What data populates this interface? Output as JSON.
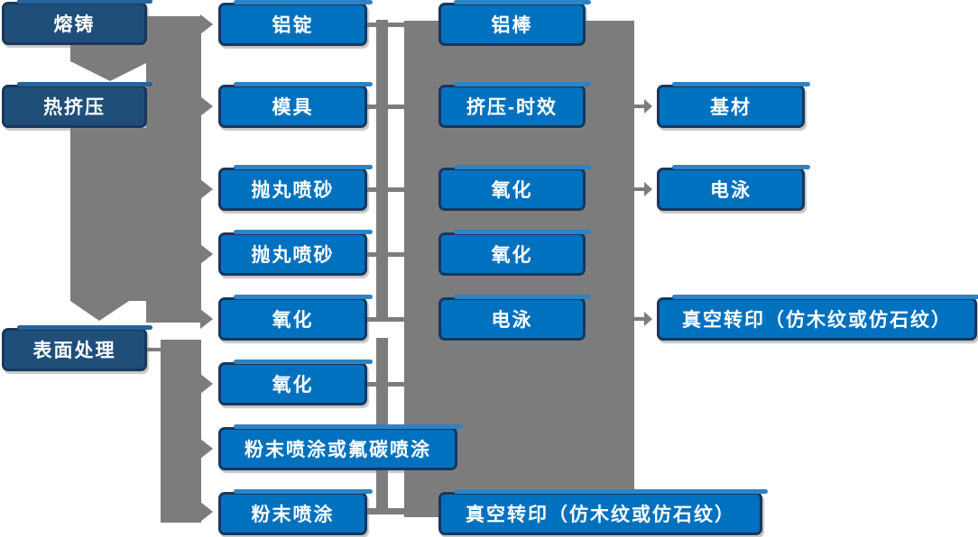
{
  "colors": {
    "box_blue": "#0071BE",
    "box_dark_blue": "#1F4E79",
    "box_border": "#17375E",
    "connector_gray": "#7C7C7C",
    "label_text": "#FFFFFF",
    "background": "#FFFFFF",
    "box_top_highlight": "#2D83C6"
  },
  "diagram": {
    "type": "flowchart",
    "nodes": [
      {
        "id": "rongzhu",
        "label": "熔铸",
        "variant": "dark",
        "col": 1,
        "row": 1
      },
      {
        "id": "rejiya",
        "label": "热挤压",
        "variant": "dark",
        "col": 1,
        "row": 2
      },
      {
        "id": "biaomianchuli",
        "label": "表面处理",
        "variant": "dark",
        "col": 1,
        "row": 6
      },
      {
        "id": "lvding",
        "label": "铝锭",
        "variant": "bright",
        "col": 2,
        "row": 1
      },
      {
        "id": "muju",
        "label": "模具",
        "variant": "bright",
        "col": 2,
        "row": 2
      },
      {
        "id": "paowan1",
        "label": "抛丸喷砂",
        "variant": "bright",
        "col": 2,
        "row": 3
      },
      {
        "id": "paowan2",
        "label": "抛丸喷砂",
        "variant": "bright",
        "col": 2,
        "row": 4
      },
      {
        "id": "yanghua-c2a",
        "label": "氧化",
        "variant": "bright",
        "col": 2,
        "row": 5
      },
      {
        "id": "yanghua-c2b",
        "label": "氧化",
        "variant": "bright",
        "col": 2,
        "row": 6
      },
      {
        "id": "fentan",
        "label": "粉末喷涂或氟碳喷涂",
        "variant": "bright",
        "col": 2,
        "row": 7,
        "wide": true
      },
      {
        "id": "fenmo",
        "label": "粉末喷涂",
        "variant": "bright",
        "col": 2,
        "row": 8
      },
      {
        "id": "lvbang",
        "label": "铝棒",
        "variant": "bright",
        "col": 3,
        "row": 1
      },
      {
        "id": "jiya-shixiao",
        "label": "挤压-时效",
        "variant": "bright",
        "col": 3,
        "row": 2
      },
      {
        "id": "yanghua-c3a",
        "label": "氧化",
        "variant": "bright",
        "col": 3,
        "row": 3
      },
      {
        "id": "yanghua-c3b",
        "label": "氧化",
        "variant": "bright",
        "col": 3,
        "row": 4
      },
      {
        "id": "dianyong-c3",
        "label": "电泳",
        "variant": "bright",
        "col": 3,
        "row": 5
      },
      {
        "id": "zhenkong-c3",
        "label": "真空转印（仿木纹或仿石纹）",
        "variant": "bright",
        "col": 3,
        "row": 8,
        "wide": true
      },
      {
        "id": "jicai",
        "label": "基材",
        "variant": "bright",
        "col": 4,
        "row": 2
      },
      {
        "id": "dianyong-c4",
        "label": "电泳",
        "variant": "bright",
        "col": 4,
        "row": 3
      },
      {
        "id": "zhenkong-c4",
        "label": "真空转印（仿木纹或仿石纹）",
        "variant": "bright",
        "col": 4,
        "row": 5,
        "wide": true
      }
    ],
    "edges": [
      {
        "from": "rongzhu",
        "to": "rejiya",
        "type": "thick-arrow-down"
      },
      {
        "from": "rejiya",
        "to": "biaomianchuli",
        "type": "thick-arrow-down"
      },
      {
        "from": "rongzhu",
        "to": "lvding",
        "type": "thick-arrow-right"
      },
      {
        "from": "rejiya",
        "to": "muju",
        "type": "thick-arrow-right"
      },
      {
        "from": "rejiya",
        "to": "paowan1",
        "type": "thick-arrow-right"
      },
      {
        "from": "rejiya",
        "to": "paowan2",
        "type": "thick-arrow-right"
      },
      {
        "from": "rejiya",
        "to": "yanghua-c2a",
        "type": "thick-arrow-right"
      },
      {
        "from": "biaomianchuli",
        "to": "yanghua-c2b",
        "type": "thick-arrow-right"
      },
      {
        "from": "biaomianchuli",
        "to": "fentan",
        "type": "thick-arrow-right"
      },
      {
        "from": "biaomianchuli",
        "to": "fenmo",
        "type": "thick-arrow-right"
      },
      {
        "type": "bus",
        "connects": [
          "lvding",
          "muju",
          "paowan1",
          "paowan2",
          "yanghua-c2a"
        ],
        "to_block": "col3-block"
      },
      {
        "type": "bus",
        "connects": [
          "yanghua-c2b",
          "fentan",
          "fenmo"
        ],
        "to_block": "zhenkong-c3"
      },
      {
        "from": "jiya-shixiao",
        "to": "jicai",
        "type": "thin-arrow-right"
      },
      {
        "from": "yanghua-c3a",
        "to": "dianyong-c4",
        "type": "thin-arrow-right"
      },
      {
        "from": "dianyong-c3",
        "to": "zhenkong-c4",
        "type": "thin-arrow-right"
      }
    ]
  }
}
